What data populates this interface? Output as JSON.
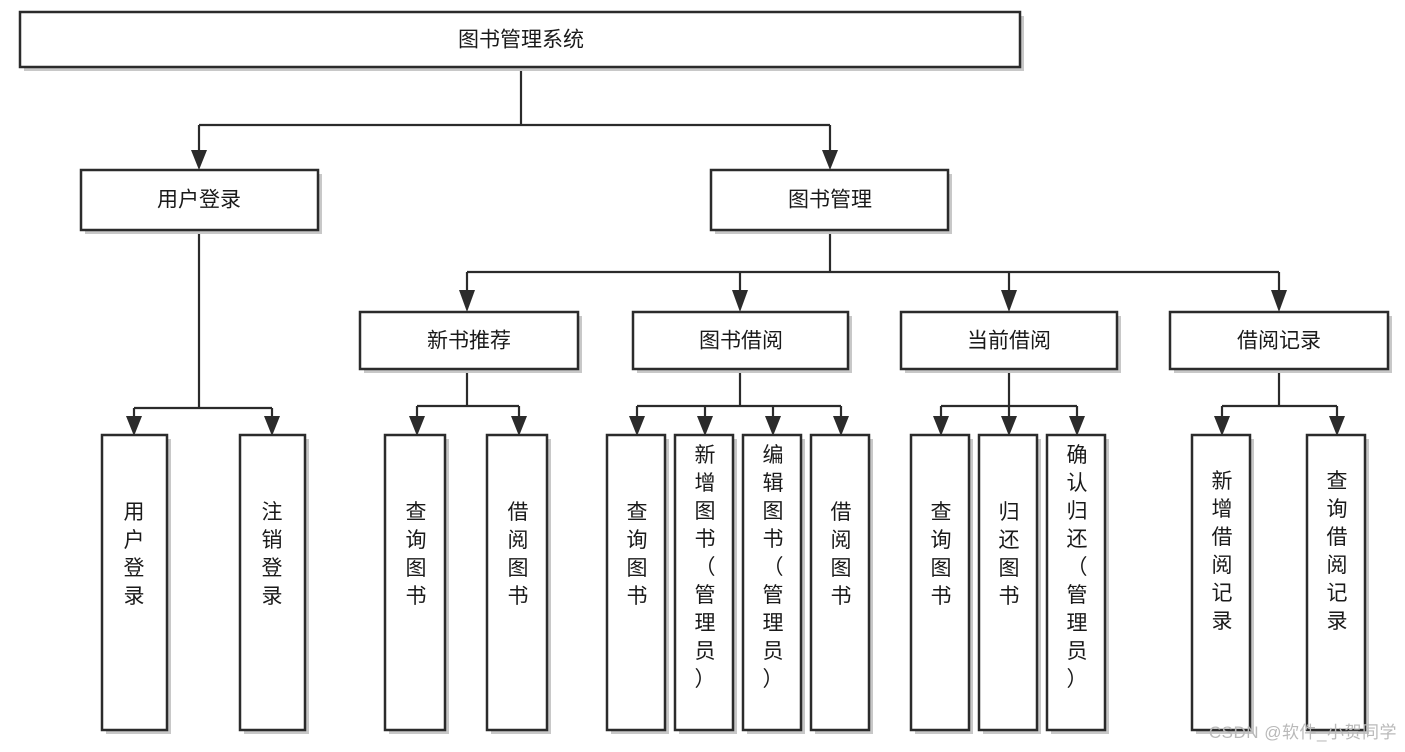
{
  "diagram": {
    "title": "图书管理系统",
    "type": "tree",
    "orientation": "top-down",
    "root": {
      "id": "root",
      "label": "图书管理系统"
    },
    "level2": [
      {
        "id": "user-login",
        "label": "用户登录"
      },
      {
        "id": "book-manage",
        "label": "图书管理"
      }
    ],
    "level3": [
      {
        "id": "new-book-recommend",
        "label": "新书推荐",
        "parent": "book-manage"
      },
      {
        "id": "book-borrow",
        "label": "图书借阅",
        "parent": "book-manage"
      },
      {
        "id": "current-borrow",
        "label": "当前借阅",
        "parent": "book-manage"
      },
      {
        "id": "borrow-record",
        "label": "借阅记录",
        "parent": "book-manage"
      }
    ],
    "leaves": [
      {
        "id": "leaf-user-login",
        "label": "用户登录",
        "parent": "user-login"
      },
      {
        "id": "leaf-logout-login",
        "label": "注销登录",
        "parent": "user-login"
      },
      {
        "id": "leaf-query-book-1",
        "label": "查询图书",
        "parent": "new-book-recommend"
      },
      {
        "id": "leaf-borrow-book-1",
        "label": "借阅图书",
        "parent": "new-book-recommend"
      },
      {
        "id": "leaf-query-book-2",
        "label": "查询图书",
        "parent": "book-borrow"
      },
      {
        "id": "leaf-add-book",
        "label": "新增图书（管理员）",
        "parent": "book-borrow"
      },
      {
        "id": "leaf-edit-book",
        "label": "编辑图书（管理员）",
        "parent": "book-borrow"
      },
      {
        "id": "leaf-borrow-book-2",
        "label": "借阅图书",
        "parent": "book-borrow"
      },
      {
        "id": "leaf-query-book-3",
        "label": "查询图书",
        "parent": "current-borrow"
      },
      {
        "id": "leaf-return-book",
        "label": "归还图书",
        "parent": "current-borrow"
      },
      {
        "id": "leaf-confirm-return",
        "label": "确认归还（管理员）",
        "parent": "current-borrow"
      },
      {
        "id": "leaf-add-record",
        "label": "新增借阅记录",
        "parent": "borrow-record"
      },
      {
        "id": "leaf-query-record",
        "label": "查询借阅记录",
        "parent": "borrow-record"
      }
    ]
  },
  "watermark": {
    "text": "CSDN @软件_小贺同学"
  },
  "colors": {
    "box_stroke": "#2b2b2b",
    "box_fill": "#ffffff",
    "connector": "#2b2b2b",
    "text": "#1a1a1a",
    "watermark": "#b9b9b9",
    "background": "#ffffff"
  }
}
